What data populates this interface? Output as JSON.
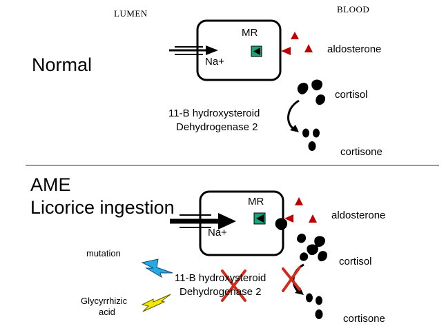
{
  "top_labels": {
    "lumen": "LUMEN",
    "blood": "BLOOD"
  },
  "normal_panel": {
    "title": "Normal",
    "receptor": "MR",
    "sodium": "Na+",
    "aldosterone": "aldosterone",
    "cortisol": "cortisol",
    "enzyme_line1": "11-B hydroxysteroid",
    "enzyme_line2": "Dehydrogenase 2",
    "cortisone": "cortisone"
  },
  "ame_panel": {
    "title_line1": "AME",
    "title_line2": "Licorice ingestion",
    "receptor": "MR",
    "sodium": "Na+",
    "aldosterone": "aldosterone",
    "cortisol": "cortisol",
    "enzyme_line1": "11-B hydroxysteroid",
    "enzyme_line2": "Dehydrogenase 2",
    "cortisone": "cortisone",
    "mutation": "mutation",
    "glycyrrhizic_line1": "Glycyrrhizic",
    "glycyrrhizic_line2": "acid"
  },
  "colors": {
    "aldosterone_marker": "#c00000",
    "receptor_fill": "#1aa37a",
    "blocked_x": "#d42a1b",
    "mutation_bolt": "#27a9e1",
    "glycyrrhizic_bolt": "#f0e800",
    "molecule": "#000000"
  }
}
